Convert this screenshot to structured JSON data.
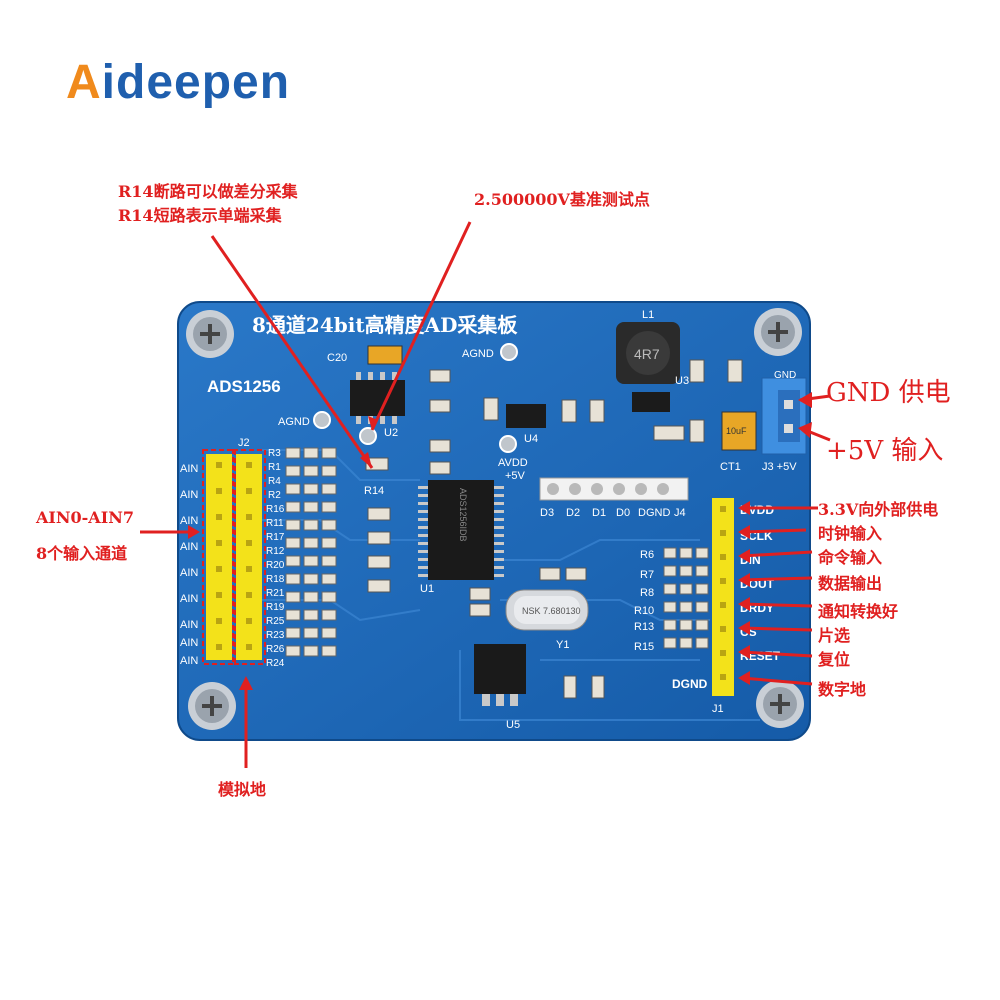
{
  "brand": {
    "logo_text": "Aideepen"
  },
  "board": {
    "title": "8通道24bit高精度AD采集板",
    "chip_label": "ADS1256",
    "agnd_label": "AGND",
    "avdd_label": "AVDD",
    "plus5_label": "+5V",
    "ic_u1_text": "ADS1256IDB",
    "crystal_text": "NSK 7.680130",
    "inductor_text": "4R7",
    "tant_text": "10uF",
    "parts": {
      "u1": "U1",
      "u2": "U2",
      "u3": "U3",
      "u4": "U4",
      "u5": "U5",
      "y1": "Y1",
      "l1": "L1",
      "j1": "J1",
      "j2": "J2",
      "j3": "J3 +5V",
      "j4": "J4",
      "ct1": "CT1",
      "c20": "C20",
      "r14": "R14",
      "gnd": "GND"
    },
    "j4_pins": [
      "D3",
      "D2",
      "D1",
      "D0",
      "DGND"
    ],
    "ain_labels": [
      "AIN",
      "AIN",
      "AIN",
      "AIN",
      "AIN",
      "AIN",
      "AIN",
      "AIN",
      "AIN"
    ],
    "right_resistors": [
      "R6",
      "R7",
      "R8",
      "R10",
      "R13",
      "R15"
    ],
    "left_resistors": [
      "R3",
      "R1",
      "R4",
      "R2",
      "R16",
      "R11",
      "R17",
      "R12",
      "R20",
      "R18",
      "R21",
      "R19",
      "R25",
      "R23",
      "R26",
      "R24"
    ],
    "j1_pins": [
      "DVDD",
      "SCLK",
      "DIN",
      "DOUT",
      "DRDY",
      "CS",
      "RESET",
      "DGND"
    ]
  },
  "annotations": {
    "r14_line1": "R14断路可以做差分采集",
    "r14_line2": "R14短路表示单端采集",
    "vref": "2.500000V基准测试点",
    "gnd_supply": "GND 供电",
    "v5_input": "+5V 输入",
    "ain_range": "AIN0-AIN7",
    "ain_channels": "8个输入通道",
    "analog_gnd": "模拟地",
    "dvdd": "3.3V向外部供电",
    "sclk": "时钟输入",
    "din": "命令输入",
    "dout": "数据输出",
    "drdy": "通知转换好",
    "cs": "片选",
    "reset": "复位",
    "dgnd": "数字地"
  },
  "colors": {
    "pcb": "#1b66b5",
    "pcb_dark": "#14509a",
    "silkscreen": "#ffffff",
    "callout": "#e02020",
    "header_yellow": "#f3e21a",
    "logo_blue": "#1f5fae",
    "logo_orange": "#f08a1c",
    "connector_blue": "#3f8fe0"
  }
}
